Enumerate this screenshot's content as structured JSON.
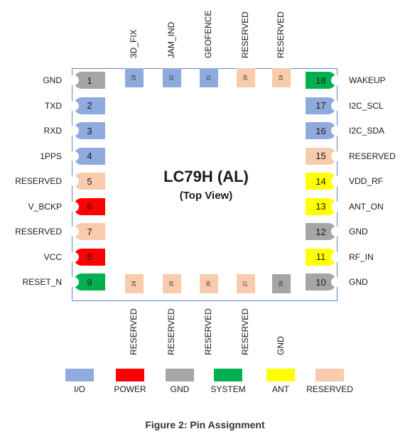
{
  "colors": {
    "io": "#8faadc",
    "power": "#ff0000",
    "gnd": "#a5a5a5",
    "system": "#00b050",
    "ant": "#ffff00",
    "reserved": "#f8cbad",
    "outline": "#5b87c9"
  },
  "chip": {
    "title": "LC79H (AL)",
    "subtitle": "(Top View)"
  },
  "pins": {
    "left": [
      {
        "num": "1",
        "label": "GND",
        "type": "gnd"
      },
      {
        "num": "2",
        "label": "TXD",
        "type": "io"
      },
      {
        "num": "3",
        "label": "RXD",
        "type": "io"
      },
      {
        "num": "4",
        "label": "1PPS",
        "type": "io"
      },
      {
        "num": "5",
        "label": "RESERVED",
        "type": "reserved"
      },
      {
        "num": "6",
        "label": "V_BCKP",
        "type": "power"
      },
      {
        "num": "7",
        "label": "RESERVED",
        "type": "reserved"
      },
      {
        "num": "8",
        "label": "VCC",
        "type": "power"
      },
      {
        "num": "9",
        "label": "RESET_N",
        "type": "system"
      }
    ],
    "right": [
      {
        "num": "18",
        "label": "WAKEUP",
        "type": "system"
      },
      {
        "num": "17",
        "label": "I2C_SCL",
        "type": "io"
      },
      {
        "num": "16",
        "label": "I2C_SDA",
        "type": "io"
      },
      {
        "num": "15",
        "label": "RESERVED",
        "type": "reserved"
      },
      {
        "num": "14",
        "label": "VDD_RF",
        "type": "ant"
      },
      {
        "num": "13",
        "label": "ANT_ON",
        "type": "ant"
      },
      {
        "num": "12",
        "label": "GND",
        "type": "gnd"
      },
      {
        "num": "11",
        "label": "RF_IN",
        "type": "ant"
      },
      {
        "num": "10",
        "label": "GND",
        "type": "gnd"
      }
    ],
    "top": [
      {
        "num": "23",
        "label": "3D_FIX",
        "type": "io"
      },
      {
        "num": "22",
        "label": "JAM_IND",
        "type": "io"
      },
      {
        "num": "21",
        "label": "GEOFENCE",
        "type": "io"
      },
      {
        "num": "20",
        "label": "RESERVED",
        "type": "reserved"
      },
      {
        "num": "19",
        "label": "RESERVED",
        "type": "reserved"
      }
    ],
    "bottom": [
      {
        "num": "24",
        "label": "RESERVED",
        "type": "reserved"
      },
      {
        "num": "25",
        "label": "RESERVED",
        "type": "reserved"
      },
      {
        "num": "26",
        "label": "RESERVED",
        "type": "reserved"
      },
      {
        "num": "27",
        "label": "RESERVED",
        "type": "reserved"
      },
      {
        "num": "28",
        "label": "GND",
        "type": "gnd"
      }
    ]
  },
  "legend": [
    {
      "label": "I/O",
      "type": "io"
    },
    {
      "label": "POWER",
      "type": "power"
    },
    {
      "label": "GND",
      "type": "gnd"
    },
    {
      "label": "SYSTEM",
      "type": "system"
    },
    {
      "label": "ANT",
      "type": "ant"
    },
    {
      "label": "RESERVED",
      "type": "reserved"
    }
  ],
  "caption": "Figure 2: Pin Assignment"
}
